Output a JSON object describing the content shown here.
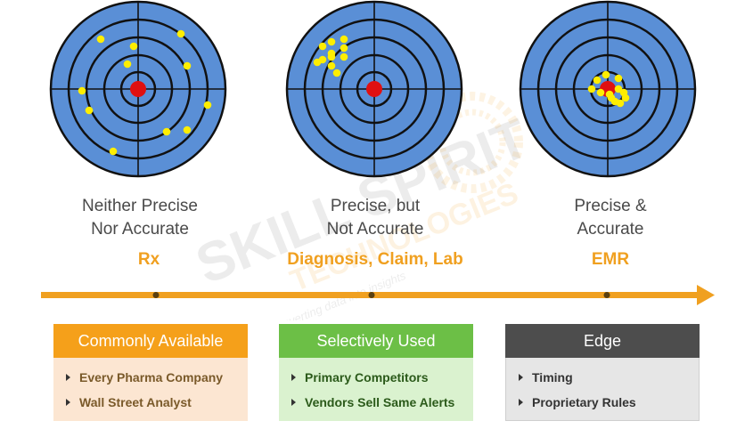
{
  "targets": [
    {
      "title_lines": [
        "Neither Precise",
        "Nor Accurate"
      ],
      "subtitle": "Rx",
      "hits": [
        [
          -12,
          -28
        ],
        [
          -42,
          -56
        ],
        [
          -5,
          -48
        ],
        [
          48,
          -62
        ],
        [
          55,
          -26
        ],
        [
          -63,
          2
        ],
        [
          -55,
          24
        ],
        [
          78,
          18
        ],
        [
          55,
          46
        ],
        [
          32,
          48
        ],
        [
          -28,
          70
        ]
      ]
    },
    {
      "title_lines": [
        "Precise, but",
        "Not Accurate"
      ],
      "subtitle": "Diagnosis, Claim, Lab",
      "hits": [
        [
          -58,
          -48
        ],
        [
          -48,
          -53
        ],
        [
          -34,
          -56
        ],
        [
          -34,
          -46
        ],
        [
          -34,
          -36
        ],
        [
          -48,
          -36
        ],
        [
          -48,
          -26
        ],
        [
          -58,
          -33
        ],
        [
          -64,
          -30
        ],
        [
          -42,
          -18
        ],
        [
          -48,
          -40
        ]
      ]
    },
    {
      "title_lines": [
        "Precise &",
        "Accurate"
      ],
      "subtitle": "EMR",
      "hits": [
        [
          -2,
          -16
        ],
        [
          -12,
          -10
        ],
        [
          12,
          -12
        ],
        [
          -18,
          0
        ],
        [
          12,
          0
        ],
        [
          -8,
          4
        ],
        [
          2,
          6
        ],
        [
          4,
          10
        ],
        [
          8,
          14
        ],
        [
          14,
          16
        ],
        [
          20,
          10
        ],
        [
          18,
          4
        ]
      ]
    }
  ],
  "boxes": [
    {
      "title": "Commonly Available",
      "items": [
        "Every Pharma Company",
        "Wall Street Analyst"
      ]
    },
    {
      "title": "Selectively Used",
      "items": [
        "Primary Competitors",
        "Vendors Sell Same Alerts"
      ]
    },
    {
      "title": "Edge",
      "items": [
        "Timing",
        "Proprietary Rules"
      ]
    }
  ],
  "colors": {
    "target_fill": "#5a8fd6",
    "ring_stroke": "#111111",
    "bullseye": "#e01010",
    "hit": "#ffee00",
    "arrow": "#f0a020",
    "subtitle": "#f0a020"
  },
  "watermark": {
    "brand": "SKILL SPIRIT",
    "sub": "TECHNOLOGIES",
    "tagline": "converting data into insights"
  }
}
